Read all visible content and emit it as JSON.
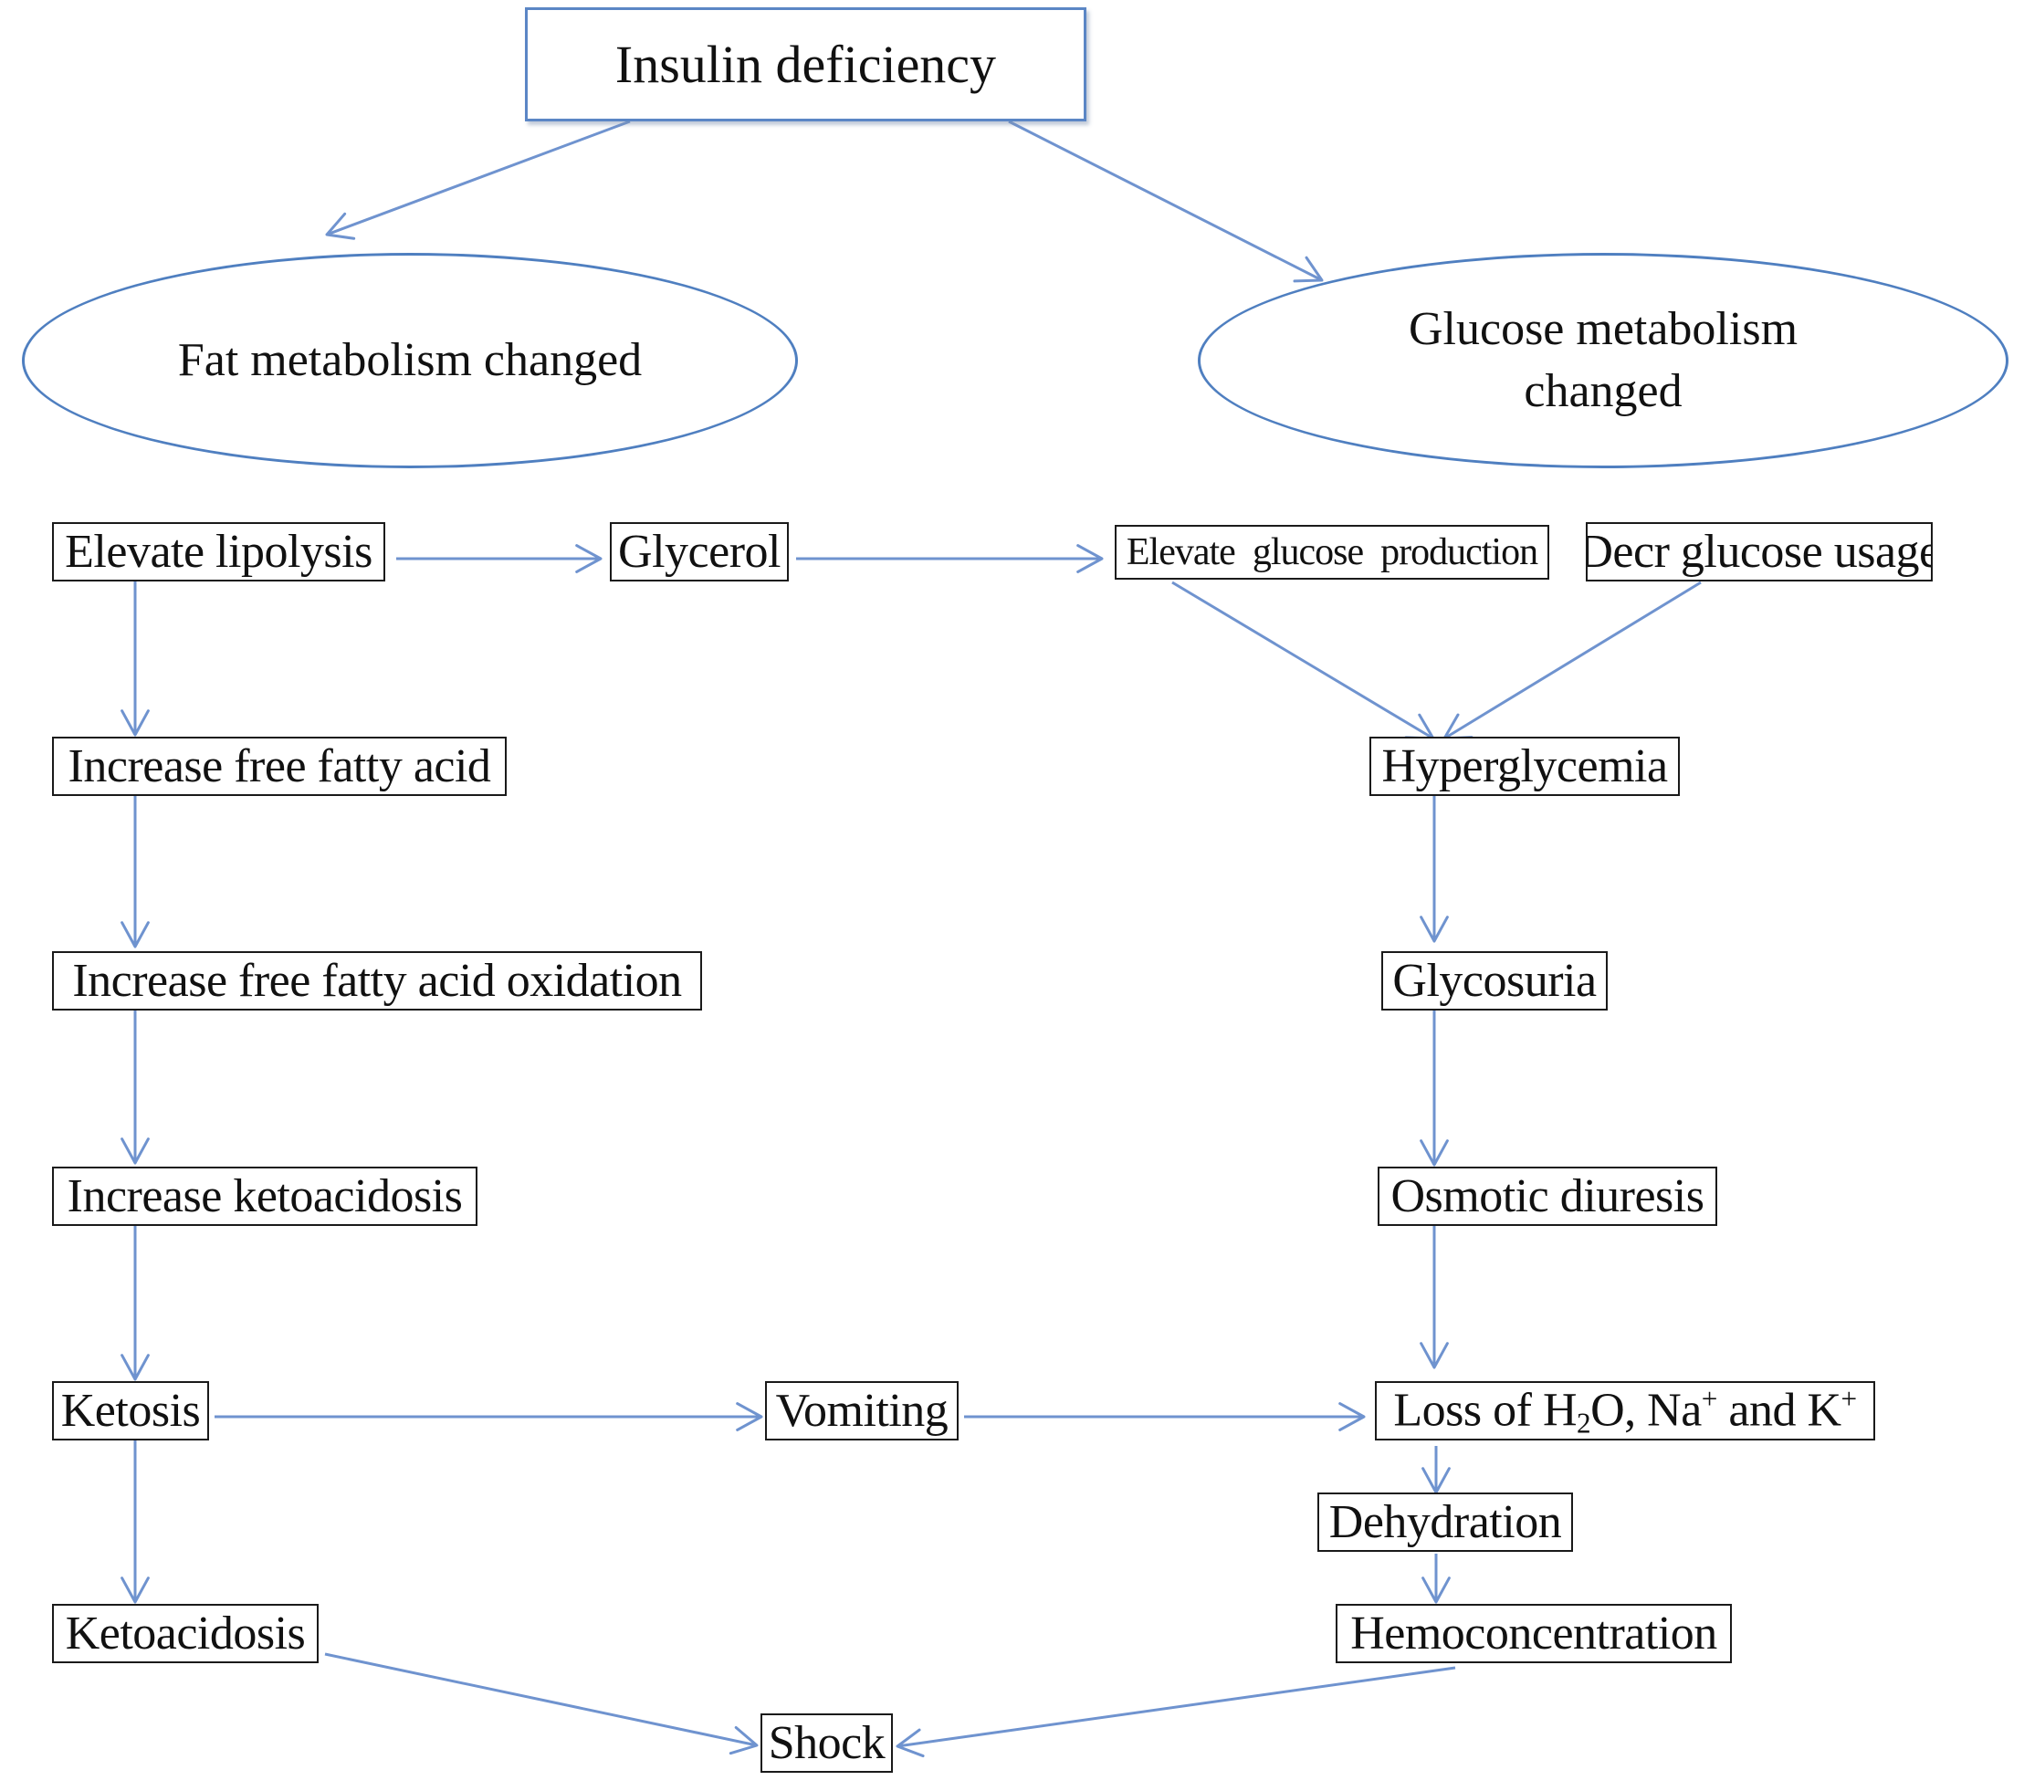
{
  "colors": {
    "arrow": "#6f93cf",
    "box_border": "#1a1a1a",
    "top_border": "#5b86c5",
    "ellipse_border": "#4f7fc0"
  },
  "top": {
    "label": "Insulin deficiency"
  },
  "branches": {
    "fat": {
      "label": "Fat metabolism changed"
    },
    "glucose": {
      "line1": "Glucose metabolism",
      "line2": "changed"
    }
  },
  "nodes": {
    "elevate_lipolysis": "Elevate lipolysis",
    "glycerol": "Glycerol",
    "elevate_glucose_production": "Elevate  glucose  production",
    "decr_glucose_usage": "Decr glucose usage",
    "increase_ffa": "Increase free fatty acid",
    "increase_ffa_oxidation": "Increase free fatty acid oxidation",
    "increase_ketoacidosis": "Increase ketoacidosis",
    "ketosis": "Ketosis",
    "vomiting": "Vomiting",
    "ketoacidosis": "Ketoacidosis",
    "hyperglycemia": "Hyperglycemia",
    "glycosuria": "Glycosuria",
    "osmotic_diuresis": "Osmotic diuresis",
    "loss": {
      "prefix": "Loss of H",
      "sub2": "2",
      "o_na": "O, Na",
      "plus1": "+",
      "and_k": " and K",
      "plus2": "+"
    },
    "dehydration": "Dehydration",
    "hemoconcentration": "Hemoconcentration",
    "shock": "Shock"
  }
}
